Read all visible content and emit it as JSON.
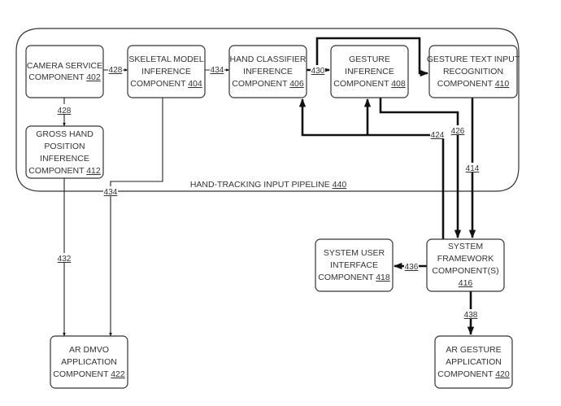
{
  "diagram": {
    "pipeline": {
      "label": "HAND-TRACKING INPUT PIPELINE",
      "ref": "440"
    },
    "components": [
      {
        "id": "camera-service",
        "lines": [
          "CAMERA SERVICE",
          "COMPONENT"
        ],
        "ref": "402"
      },
      {
        "id": "skeletal-model",
        "lines": [
          "SKELETAL MODEL",
          "INFERENCE",
          "COMPONENT"
        ],
        "ref": "404"
      },
      {
        "id": "hand-classifier",
        "lines": [
          "HAND CLASSIFIER",
          "INFERENCE",
          "COMPONENT"
        ],
        "ref": "406"
      },
      {
        "id": "gesture-inference",
        "lines": [
          "GESTURE",
          "INFERENCE",
          "COMPONENT"
        ],
        "ref": "408"
      },
      {
        "id": "gesture-text-input",
        "lines": [
          "GESTURE TEXT INPUT",
          "RECOGNITION",
          "COMPONENT"
        ],
        "ref": "410"
      },
      {
        "id": "gross-hand-position",
        "lines": [
          "GROSS HAND",
          "POSITION",
          "INFERENCE",
          "COMPONENT"
        ],
        "ref": "412"
      },
      {
        "id": "system-user-interface",
        "lines": [
          "SYSTEM USER",
          "INTERFACE",
          "COMPONENT"
        ],
        "ref": "418"
      },
      {
        "id": "system-framework",
        "lines": [
          "SYSTEM",
          "FRAMEWORK",
          "COMPONENT(S)"
        ],
        "ref": "416"
      },
      {
        "id": "ar-dmvo-application",
        "lines": [
          "AR DMVO",
          "APPLICATION",
          "COMPONENT"
        ],
        "ref": "422"
      },
      {
        "id": "ar-gesture-application",
        "lines": [
          "AR GESTURE",
          "APPLICATION",
          "COMPONENT"
        ],
        "ref": "420"
      }
    ],
    "connections": [
      {
        "ref": "428",
        "from": "camera-service",
        "to": "skeletal-model"
      },
      {
        "ref": "428",
        "from": "camera-service",
        "to": "gross-hand-position"
      },
      {
        "ref": "434",
        "from": "skeletal-model",
        "to": "hand-classifier"
      },
      {
        "ref": "434",
        "from": "skeletal-model",
        "to": "ar-dmvo-application"
      },
      {
        "ref": "430",
        "from": "hand-classifier",
        "to": "gesture-inference"
      },
      {
        "ref": "430",
        "from": "hand-classifier",
        "to": "gesture-text-input"
      },
      {
        "ref": "424",
        "from": "system-framework",
        "to": "hand-classifier"
      },
      {
        "ref": "424",
        "from": "system-framework",
        "to": "gesture-inference"
      },
      {
        "ref": "426",
        "from": "gesture-inference",
        "to": "system-framework"
      },
      {
        "ref": "414",
        "from": "gesture-text-input",
        "to": "system-framework"
      },
      {
        "ref": "432",
        "from": "gross-hand-position",
        "to": "ar-dmvo-application"
      },
      {
        "ref": "436",
        "from": "system-framework",
        "to": "system-user-interface"
      },
      {
        "ref": "438",
        "from": "system-framework",
        "to": "ar-gesture-application"
      }
    ]
  }
}
